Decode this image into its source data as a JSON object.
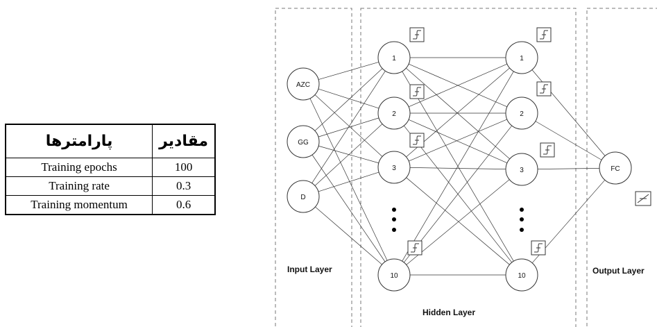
{
  "table": {
    "headers": {
      "parameters": "پارامترها",
      "values": "مقادیر"
    },
    "rows": [
      {
        "name": "Training epochs",
        "value": "100"
      },
      {
        "name": "Training rate",
        "value": "0.3"
      },
      {
        "name": "Training momentum",
        "value": "0.6"
      }
    ]
  },
  "network": {
    "input_layer_label": "Input Layer",
    "hidden_layer_label": "Hidden Layer",
    "output_layer_label": "Output Layer",
    "inputs": [
      "AZC",
      "GG",
      "D"
    ],
    "hidden_1": [
      "1",
      "2",
      "3",
      "10"
    ],
    "hidden_2": [
      "1",
      "2",
      "3",
      "10"
    ],
    "output": "FC",
    "hidden_activation_icon": "sigmoid-icon",
    "output_activation_icon": "linear-icon"
  }
}
